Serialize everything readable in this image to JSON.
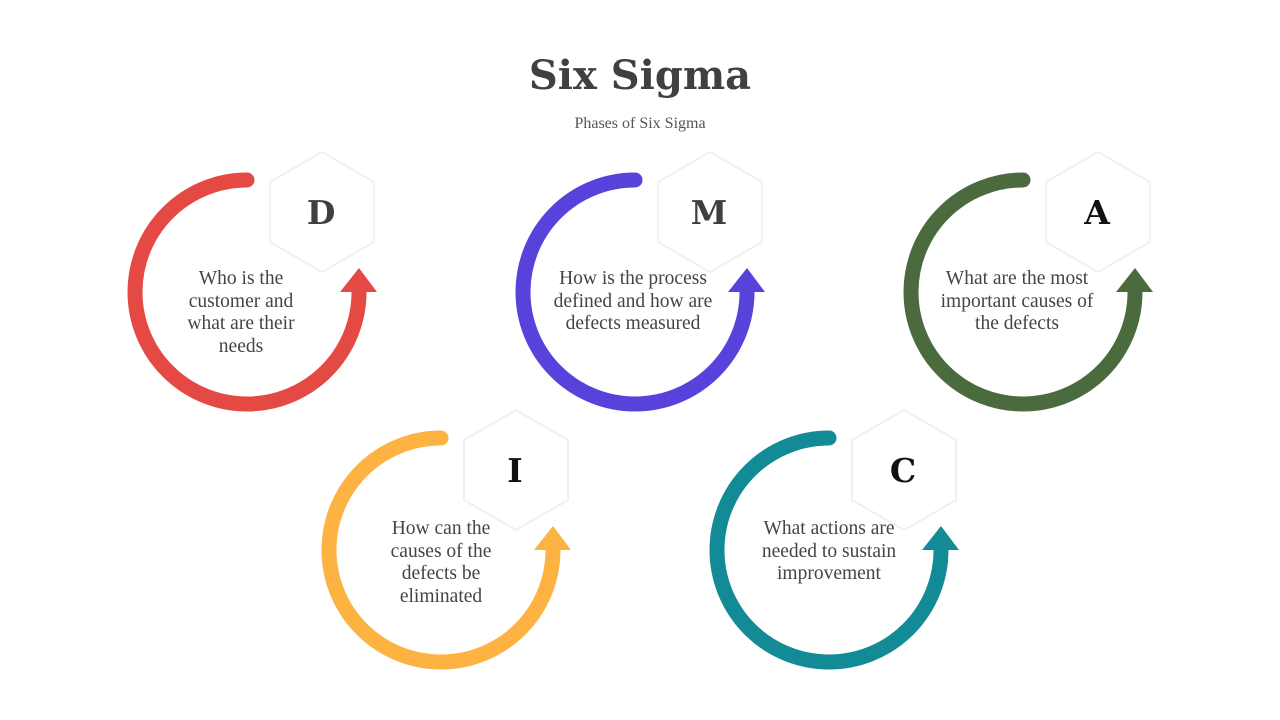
{
  "title": "Six Sigma",
  "subtitle": "Phases of Six Sigma",
  "phases": [
    {
      "letter": "D",
      "description": "Who is the customer and what are their needs",
      "color": "#e44a43",
      "letter_color": "#3f3f3f"
    },
    {
      "letter": "M",
      "description": "How is the process defined and how are defects measured",
      "color": "#5842dc",
      "letter_color": "#3f3f3f"
    },
    {
      "letter": "A",
      "description": "What are the most important causes of the defects",
      "color": "#4b6b3e",
      "letter_color": "#111111"
    },
    {
      "letter": "I",
      "description": "How can the causes of the defects be eliminated",
      "color": "#fdb342",
      "letter_color": "#111111"
    },
    {
      "letter": "C",
      "description": "What actions are needed to sustain improvement",
      "color": "#138b97",
      "letter_color": "#111111"
    }
  ]
}
